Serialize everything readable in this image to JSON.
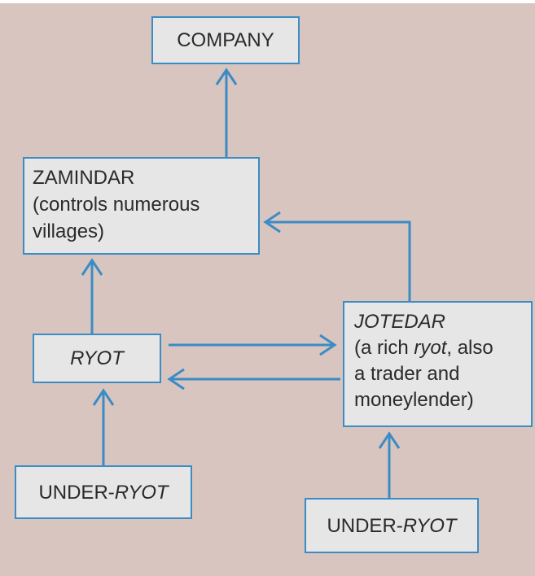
{
  "colors": {
    "background": "#d9c5c0",
    "box_fill": "#e6e6e6",
    "line": "#3b8cc4",
    "text": "#2a2a2a"
  },
  "nodes": {
    "company": {
      "label": "COMPANY"
    },
    "zamindar": {
      "lines": [
        "ZAMINDAR",
        "(controls numerous",
        "villages)"
      ]
    },
    "ryot": {
      "label": "RYOT"
    },
    "jotedar": {
      "title": "JOTEDAR",
      "line2_pre": "(a rich ",
      "line2_italic": "ryot",
      "line2_post": ", also",
      "line3": "a trader and",
      "line4": "moneylender)"
    },
    "under_ryot_left": {
      "prefix": "UNDER-",
      "italic": "RYOT"
    },
    "under_ryot_right": {
      "prefix": "UNDER-",
      "italic": "RYOT"
    }
  },
  "edges": [
    {
      "from": "zamindar",
      "to": "company"
    },
    {
      "from": "ryot",
      "to": "zamindar"
    },
    {
      "from": "jotedar",
      "to": "zamindar"
    },
    {
      "from": "ryot",
      "to": "jotedar"
    },
    {
      "from": "jotedar",
      "to": "ryot"
    },
    {
      "from": "under_ryot_left",
      "to": "ryot"
    },
    {
      "from": "under_ryot_right",
      "to": "jotedar"
    }
  ]
}
